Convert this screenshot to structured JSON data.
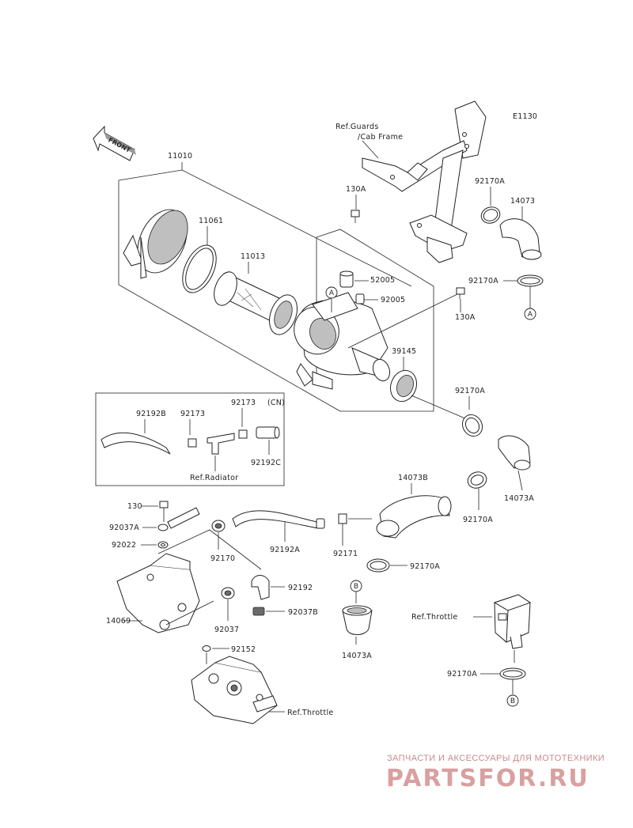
{
  "diagram_code": "E1130",
  "front_label": "FRONT",
  "refs": {
    "guards": "Ref.Guards",
    "cab_frame": "/Cab Frame",
    "radiator": "Ref.Radiator",
    "throttle_1": "Ref.Throttle",
    "throttle_2": "Ref.Throttle",
    "cn": "(CN)"
  },
  "callouts": {
    "a1": "A",
    "a2": "A",
    "b1": "B",
    "b2": "B"
  },
  "parts": {
    "p11010": "11010",
    "p11061": "11061",
    "p11013": "11013",
    "p130A_1": "130A",
    "p130A_2": "130A",
    "p52005": "52005",
    "p92005": "92005",
    "p39145": "39145",
    "p92170A_1": "92170A",
    "p14073": "14073",
    "p92170A_2": "92170A",
    "p92170A_3": "92170A",
    "p92170A_4": "92170A",
    "p92170A_5": "92170A",
    "p92170A_6": "92170A",
    "p14073B": "14073B",
    "p14073A_1": "14073A",
    "p14073A_2": "14073A",
    "p92192B": "92192B",
    "p92173_1": "92173",
    "p92173_2": "92173",
    "p92192C": "92192C",
    "p130": "130",
    "p92037A": "92037A",
    "p92022": "92022",
    "p92170": "92170",
    "p92192A": "92192A",
    "p92171": "92171",
    "p92192": "92192",
    "p92037B": "92037B",
    "p92037": "92037",
    "p14069": "14069",
    "p92152": "92152"
  },
  "watermark": {
    "tagline": "ЗАПЧАСТИ И АКСЕССУАРЫ ДЛЯ МОТОТЕХНИКИ",
    "brand": "PARTSFOR.RU"
  }
}
